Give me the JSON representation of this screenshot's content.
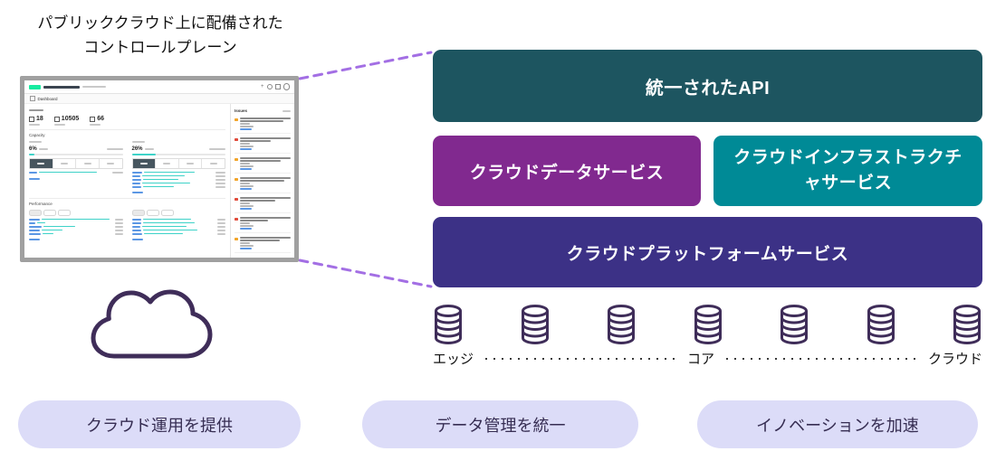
{
  "caption": {
    "line1": "パブリッククラウド上に配備された",
    "line2": "コントロールプレーン"
  },
  "dashboard": {
    "breadcrumb": "Dashboard",
    "stats": [
      {
        "value": "18"
      },
      {
        "value": "10505"
      },
      {
        "value": "66"
      }
    ],
    "sections": {
      "capacity": "Capacity",
      "performance": "Performance",
      "issues": "Issues"
    },
    "capacity": {
      "systems_pct": "6%",
      "volumes_pct": "26%"
    },
    "issues_severities": [
      "orange",
      "red",
      "orange",
      "orange",
      "red",
      "red",
      "orange"
    ]
  },
  "stack": {
    "api": {
      "label": "統一されたAPI",
      "color": "#1d5560"
    },
    "data_services": {
      "label": "クラウドデータサービス",
      "color": "#81298f"
    },
    "infra_services": {
      "label": "クラウドインフラストラクチャサービス",
      "color": "#008a96"
    },
    "platform_services": {
      "label": "クラウドプラットフォームサービス",
      "color": "#3c3186"
    }
  },
  "edge_core_cloud": {
    "db_count": 7,
    "labels": {
      "left": "エッジ",
      "center": "コア",
      "right": "クラウド"
    }
  },
  "pills": [
    {
      "label": "クラウド運用を提供"
    },
    {
      "label": "データ管理を統一"
    },
    {
      "label": "イノベーションを加速"
    }
  ],
  "colors": {
    "orange": "#f2a52a",
    "red": "#e14b3b",
    "teal_bar": "#3ed2c8",
    "logo_green": "#17eba0",
    "connector_purple": "#a36fe4",
    "outline_purple": "#3f2d59",
    "pill_bg": "#dcdcf8",
    "link_blue": "#5b97e4"
  }
}
